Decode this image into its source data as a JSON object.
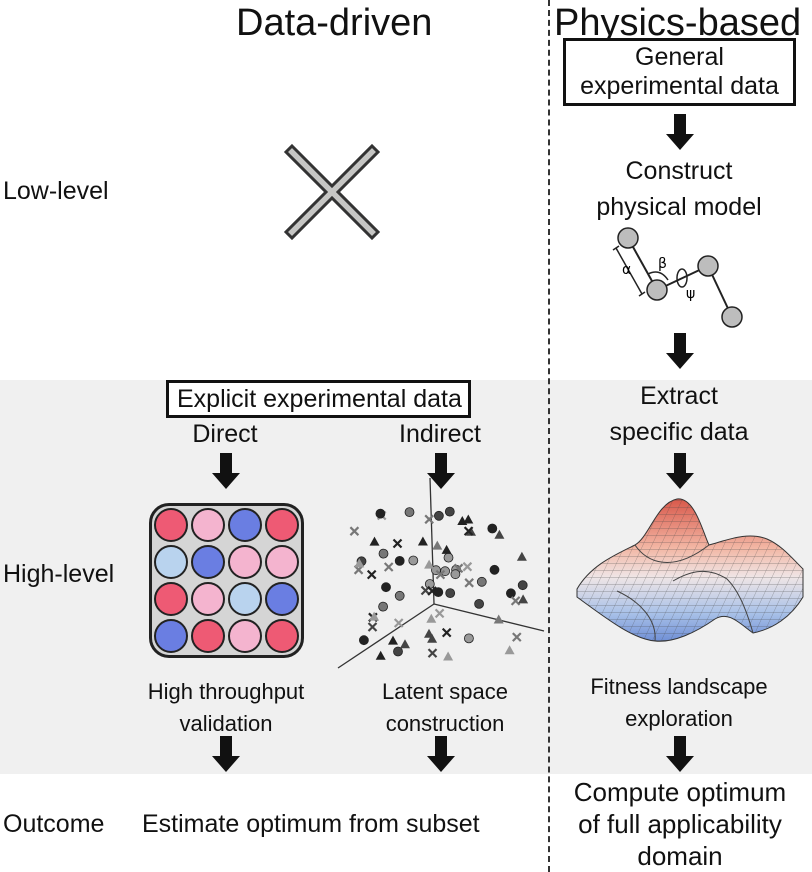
{
  "headers": {
    "data_driven": "Data-driven",
    "physics_based": "Physics-based"
  },
  "rows": {
    "low": "Low-level",
    "high": "High-level",
    "outcome": "Outcome"
  },
  "physics": {
    "general_data_line1": "General",
    "general_data_line2": "experimental data",
    "construct_line1": "Construct",
    "construct_line2": "physical model",
    "angle_alpha": "α",
    "angle_beta": "β",
    "angle_psi": "ψ",
    "extract_line1": "Extract",
    "extract_line2": "specific data",
    "fitness_line1": "Fitness landscape",
    "fitness_line2": "exploration",
    "compute_line1": "Compute optimum",
    "compute_line2": "of full applicability",
    "compute_line3": "domain"
  },
  "data_driven": {
    "explicit_data": "Explicit experimental data",
    "direct": "Direct",
    "indirect": "Indirect",
    "htv_line1": "High throughput",
    "htv_line2": "validation",
    "latent_line1": "Latent space",
    "latent_line2": "construction",
    "estimate": "Estimate optimum from subset"
  },
  "colors": {
    "band": "#f0f0f0",
    "well_red": "#ee5a74",
    "well_pink": "#f4b4cf",
    "well_lightblue": "#b9d3ee",
    "well_blue": "#6a7ee2",
    "cross": "#c6c6c4",
    "node": "#bdbdbd"
  },
  "well_grid": [
    [
      "red",
      "pink",
      "blue",
      "red"
    ],
    [
      "lightblue",
      "blue",
      "pink",
      "pink"
    ],
    [
      "red",
      "pink",
      "lightblue",
      "blue"
    ],
    [
      "blue",
      "red",
      "pink",
      "red"
    ]
  ],
  "icons": {
    "cross": "cross-icon",
    "arrow": "down-arrow-icon",
    "molecule": "molecule-model-icon",
    "scatter": "latent-scatter-icon",
    "landscape": "fitness-surface-icon"
  }
}
